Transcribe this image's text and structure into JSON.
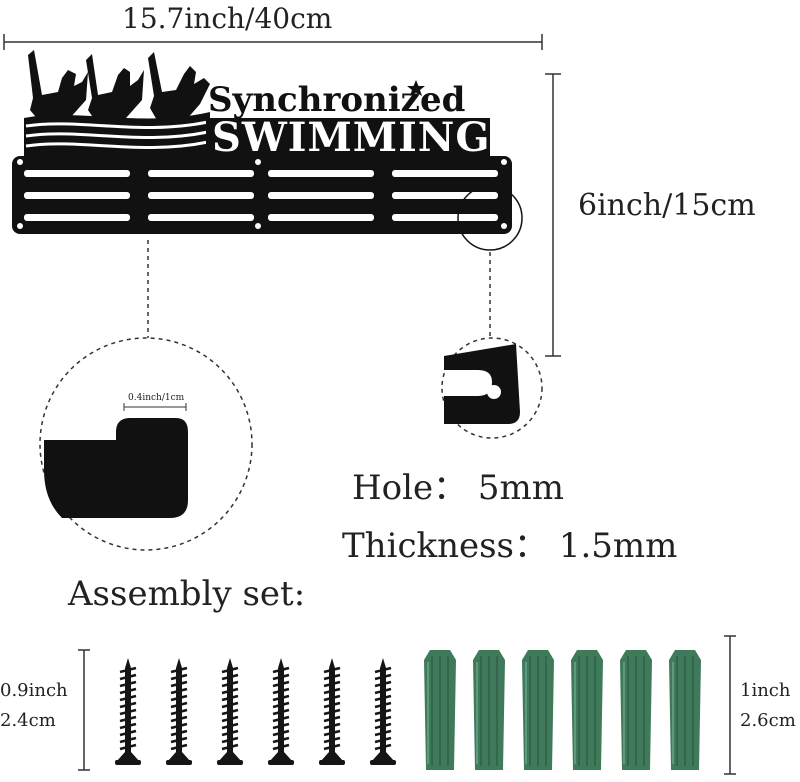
{
  "dimensions": {
    "width_label": "15.7inch/40cm",
    "height_label": "6inch/15cm",
    "hook_label": "0.4inch/1cm"
  },
  "product": {
    "title_line1": "Synchronized",
    "title_line2": "SWIMMING"
  },
  "specs": {
    "hole": "Hole： 5mm",
    "thickness": "Thickness： 1.5mm"
  },
  "assembly": {
    "title": "Assembly set:",
    "screw_size_inch": "0.9inch",
    "screw_size_cm": "2.4cm",
    "anchor_size_inch": "1inch",
    "anchor_size_cm": "2.6cm",
    "screw_count": 6,
    "anchor_count": 6,
    "anchor_color": "#3f7a5a"
  }
}
